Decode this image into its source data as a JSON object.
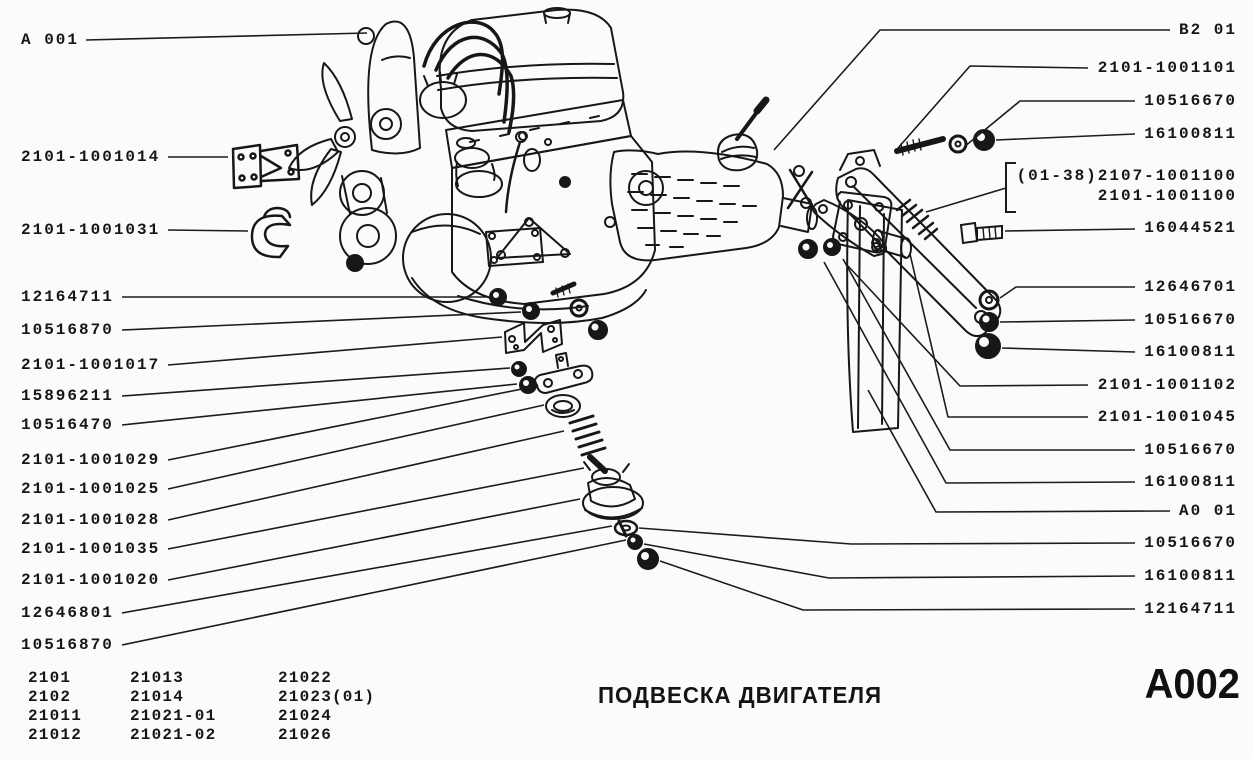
{
  "palette": {
    "ink": "#171717",
    "leader": "#1c1c1c",
    "paper": "#fbfbfa"
  },
  "left_labels": [
    {
      "text": "A 001"
    },
    {
      "text": "2101-1001014"
    },
    {
      "text": "2101-1001031"
    },
    {
      "text": "12164711"
    },
    {
      "text": "10516870"
    },
    {
      "text": "2101-1001017"
    },
    {
      "text": "15896211"
    },
    {
      "text": "10516470"
    },
    {
      "text": "2101-1001029"
    },
    {
      "text": "2101-1001025"
    },
    {
      "text": "2101-1001028"
    },
    {
      "text": "2101-1001035"
    },
    {
      "text": "2101-1001020"
    },
    {
      "text": "12646801"
    },
    {
      "text": "10516870"
    }
  ],
  "right_labels": [
    {
      "text": "B2 01"
    },
    {
      "text": "2101-1001101"
    },
    {
      "text": "10516670"
    },
    {
      "text": "16100811"
    },
    {
      "text": "16044521"
    },
    {
      "text": "12646701"
    },
    {
      "text": "10516670"
    },
    {
      "text": "16100811"
    },
    {
      "text": "2101-1001102"
    },
    {
      "text": "2101-1001045"
    },
    {
      "text": "10516670"
    },
    {
      "text": "16100811"
    },
    {
      "text": "A0 01"
    },
    {
      "text": "10516670"
    },
    {
      "text": "16100811"
    },
    {
      "text": "12164711"
    }
  ],
  "bracket_labels": [
    {
      "text": "(01-38)2107-1001100"
    },
    {
      "text": "2101-1001100"
    }
  ],
  "footer": {
    "caption": "ПОДВЕСКА ДВИГАТЕЛЯ",
    "sheet_code": "A002",
    "model_table": {
      "columns": [
        [
          "2101",
          "2102",
          "21011",
          "21012"
        ],
        [
          "21013",
          "21014",
          "21021-01",
          "21021-02"
        ],
        [
          "21022",
          "21023(01)",
          "21024",
          "21026"
        ]
      ]
    }
  }
}
